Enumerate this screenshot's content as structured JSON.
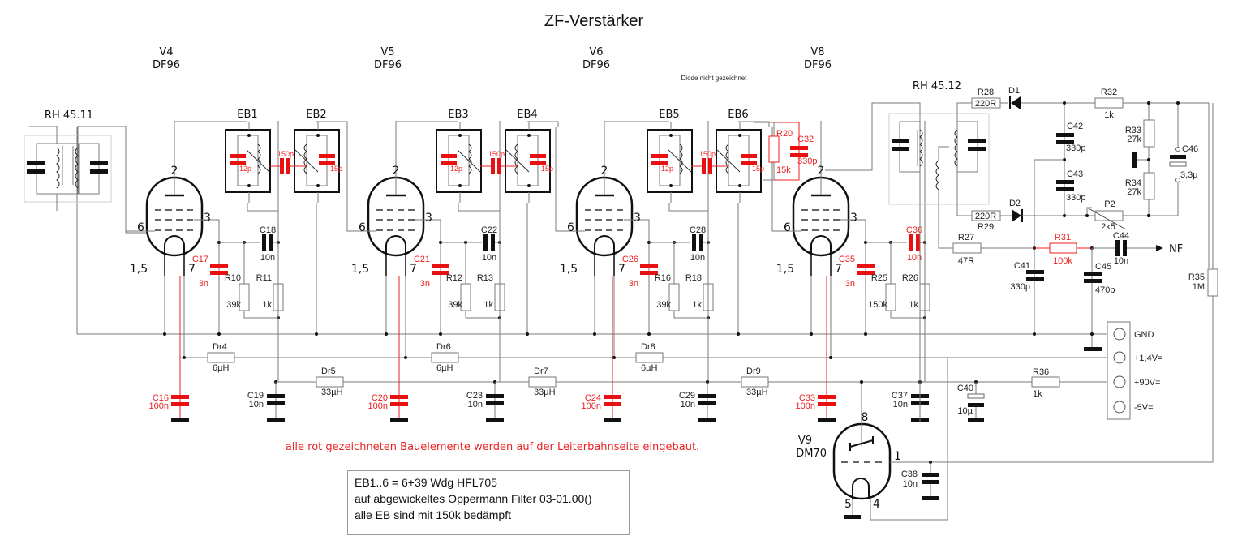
{
  "title": "ZF-Verstärker",
  "tubes": [
    {
      "ref": "V4",
      "type": "DF96",
      "pins": [
        "2",
        "6",
        "3",
        "1,5",
        "7"
      ]
    },
    {
      "ref": "V5",
      "type": "DF96",
      "pins": [
        "2",
        "6",
        "3",
        "1,5",
        "7"
      ]
    },
    {
      "ref": "V6",
      "type": "DF96",
      "pins": [
        "2",
        "6",
        "3",
        "1,5",
        "7"
      ]
    },
    {
      "ref": "V8",
      "type": "DF96",
      "pins": [
        "2",
        "6",
        "3",
        "1,5",
        "7"
      ]
    },
    {
      "ref": "V9",
      "type": "DM70",
      "pins": [
        "8",
        "1",
        "5",
        "4"
      ]
    }
  ],
  "transformers": {
    "in": "RH 45.11",
    "out": "RH 45.12"
  },
  "filters": [
    {
      "ref": "EB1",
      "cap": "12p"
    },
    {
      "ref": "EB2",
      "cap": "15p"
    },
    {
      "ref": "EB3",
      "cap": "12p"
    },
    {
      "ref": "EB4",
      "cap": "15p"
    },
    {
      "ref": "EB5",
      "cap": "12p"
    },
    {
      "ref": "EB6",
      "cap": "15p"
    }
  ],
  "coupling_cap": "150p",
  "diode_note": "Diode nicht gezeichnet",
  "components": {
    "C17": {
      "ref": "C17",
      "val": "3n"
    },
    "C18": {
      "ref": "C18",
      "val": "10n"
    },
    "R10": {
      "ref": "R10",
      "val": "39k"
    },
    "R11": {
      "ref": "R11",
      "val": "1k"
    },
    "C21": {
      "ref": "C21",
      "val": "3n"
    },
    "C22": {
      "ref": "C22",
      "val": "10n"
    },
    "R12": {
      "ref": "R12",
      "val": "39k"
    },
    "R13": {
      "ref": "R13",
      "val": "1k"
    },
    "C26": {
      "ref": "C26",
      "val": "3n"
    },
    "C28": {
      "ref": "C28",
      "val": "10n"
    },
    "R16": {
      "ref": "R16",
      "val": "39k"
    },
    "R18": {
      "ref": "R18",
      "val": "1k"
    },
    "R20": {
      "ref": "R20",
      "val": "15k"
    },
    "C32": {
      "ref": "C32",
      "val": "330p"
    },
    "C35": {
      "ref": "C35",
      "val": "3n"
    },
    "C36": {
      "ref": "C36",
      "val": "10n"
    },
    "R25": {
      "ref": "R25",
      "val": "150k"
    },
    "R26": {
      "ref": "R26",
      "val": "1k"
    },
    "R28": {
      "ref": "R28",
      "val": "220R"
    },
    "R29": {
      "ref": "R29",
      "val": "220R"
    },
    "D1": {
      "ref": "D1"
    },
    "D2": {
      "ref": "D2"
    },
    "R32": {
      "ref": "R32",
      "val": "1k"
    },
    "C42": {
      "ref": "C42",
      "val": "330p"
    },
    "C43": {
      "ref": "C43",
      "val": "330p"
    },
    "R33": {
      "ref": "R33",
      "val": "27k"
    },
    "R34": {
      "ref": "R34",
      "val": "27k"
    },
    "C46": {
      "ref": "C46",
      "val": "3,3µ"
    },
    "P2": {
      "ref": "P2",
      "val": "2k5"
    },
    "R27": {
      "ref": "R27",
      "val": "47R"
    },
    "R31": {
      "ref": "R31",
      "val": "100k"
    },
    "C44": {
      "ref": "C44",
      "val": "10n"
    },
    "C41": {
      "ref": "C41",
      "val": "330p"
    },
    "C45": {
      "ref": "C45",
      "val": "470p"
    },
    "R35": {
      "ref": "R35",
      "val": "1M"
    },
    "Dr4": {
      "ref": "Dr4",
      "val": "6µH"
    },
    "Dr5": {
      "ref": "Dr5",
      "val": "33µH"
    },
    "Dr6": {
      "ref": "Dr6",
      "val": "6µH"
    },
    "Dr7": {
      "ref": "Dr7",
      "val": "33µH"
    },
    "Dr8": {
      "ref": "Dr8",
      "val": "6µH"
    },
    "Dr9": {
      "ref": "Dr9",
      "val": "33µH"
    },
    "C16": {
      "ref": "C16",
      "val": "100n"
    },
    "C19": {
      "ref": "C19",
      "val": "10n"
    },
    "C20": {
      "ref": "C20",
      "val": "100n"
    },
    "C23": {
      "ref": "C23",
      "val": "10n"
    },
    "C24": {
      "ref": "C24",
      "val": "100n"
    },
    "C29": {
      "ref": "C29",
      "val": "10n"
    },
    "C33": {
      "ref": "C33",
      "val": "100n"
    },
    "C37": {
      "ref": "C37",
      "val": "10n"
    },
    "C40": {
      "ref": "C40",
      "val": "10µ"
    },
    "R36": {
      "ref": "R36",
      "val": "1k"
    },
    "C38": {
      "ref": "C38",
      "val": "10n"
    }
  },
  "output_label": "NF",
  "connector": [
    "GND",
    "+1,4V=",
    "+90V=",
    "-5V="
  ],
  "red_note": "alle rot gezeichneten Bauelemente werden auf der Leiterbahnseite eingebaut.",
  "info_box": [
    "EB1..6 = 6+39 Wdg HFL705",
    "auf abgewickeltes Oppermann Filter 03-01.00()",
    "alle EB sind mit 150k bedämpft"
  ],
  "colors": {
    "smd_red": "#e81010",
    "wire": "#7a7a7a",
    "component": "#111111"
  }
}
